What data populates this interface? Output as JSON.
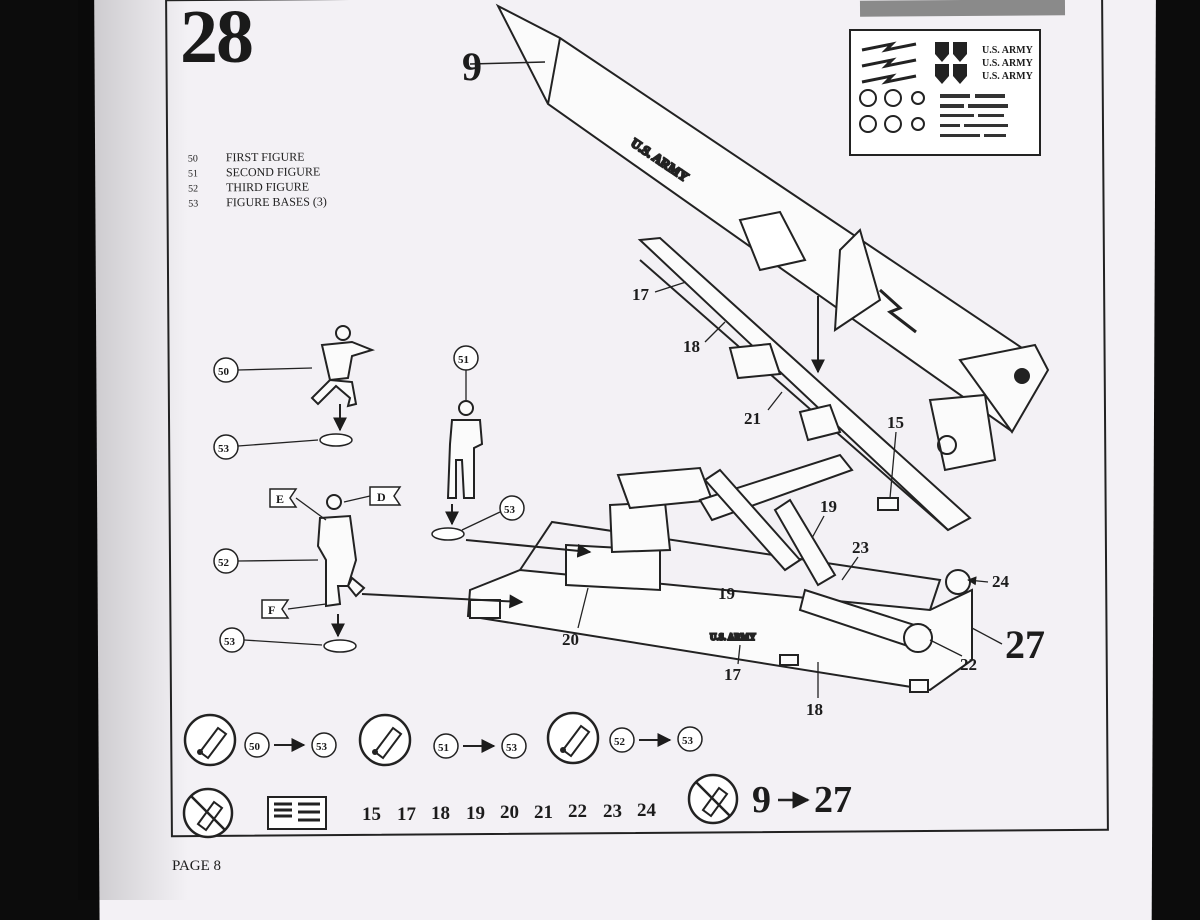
{
  "step": {
    "number": "28"
  },
  "parts_legend": [
    {
      "num": "50",
      "name": "FIRST FIGURE"
    },
    {
      "num": "51",
      "name": "SECOND FIGURE"
    },
    {
      "num": "52",
      "name": "THIRD FIGURE"
    },
    {
      "num": "53",
      "name": "FIGURE BASES (3)"
    }
  ],
  "callouts": {
    "missile": "9",
    "rail_top_a": "17",
    "rail_top_b": "18",
    "clamp": "21",
    "strut_right": "15",
    "arm_a": "19",
    "arm_b": "23",
    "frame_mid": "19",
    "pivot": "24",
    "base_end": "27",
    "axle": "22",
    "platform": "20",
    "rail_low_a": "17",
    "rail_low_b": "18"
  },
  "figure_callouts": {
    "first": "50",
    "second": "51",
    "third": "52",
    "base_a": "53",
    "base_b": "53",
    "base_c": "53"
  },
  "flags": {
    "e": "E",
    "d": "D",
    "f": "F"
  },
  "decal_text": [
    "U.S. ARMY",
    "U.S. ARMY",
    "U.S. ARMY"
  ],
  "missile_text": "U.S. ARMY",
  "base_text": "U.S. ARMY",
  "glue_steps": [
    {
      "from": "50",
      "to": "53"
    },
    {
      "from": "51",
      "to": "53"
    },
    {
      "from": "52",
      "to": "53"
    }
  ],
  "no_glue_parts": [
    "15",
    "17",
    "18",
    "19",
    "20",
    "21",
    "22",
    "23",
    "24"
  ],
  "no_glue_range": {
    "from": "9",
    "to": "27"
  },
  "page": {
    "label": "PAGE 8"
  },
  "icons": {
    "glue": "glue-tube-icon",
    "no_glue": "no-glue-icon",
    "decal_sheet": "decal-sheet-icon"
  }
}
